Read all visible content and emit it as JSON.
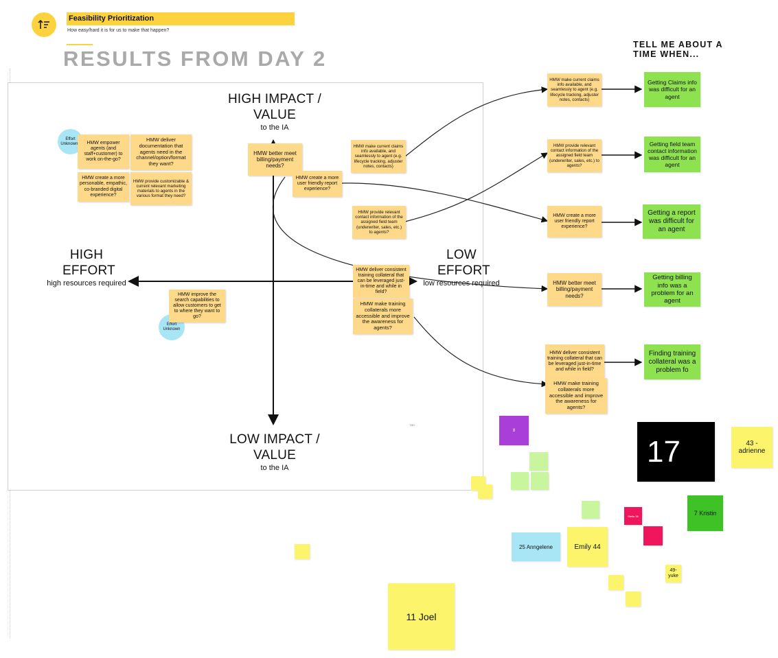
{
  "header": {
    "icon": "sort-list-icon",
    "title": "Feasibility Prioritization",
    "subtitle": "How easy/hard it is for us to make that happen?",
    "heading": "RESULTS FROM DAY 2",
    "right_heading": "TELL ME ABOUT A TIME WHEN..."
  },
  "quadrant": {
    "top_title": "HIGH IMPACT / VALUE",
    "top_sub": "to the IA",
    "bottom_title": "LOW IMPACT / VALUE",
    "bottom_sub": "to the IA",
    "left_title": "HIGH EFFORT",
    "left_sub": "high resources required",
    "right_title": "LOW EFFORT",
    "right_sub": "low resources required",
    "tiny_tag": "TBD"
  },
  "effort_badges": [
    "Effort Unknown?",
    "Effort Unknown"
  ],
  "inner_stickies": [
    "HMW empower agents (and staff+customer) to work on-the-go?",
    "HMW deliver documentation that agents need in the channel/option/format they want?",
    "HMW create a more personable, empathic, co-branded digital experience?",
    "HMW provide customizable & current relevant marketing materials to agents in the various format they need?",
    "HMW better meet billing/payment needs?",
    "HMW create a more user friendly report experience?",
    "HMW make current claims info available, and seamlessly to agent (e.g. lifecycle tracking, adjuster notes, contacts)",
    "HMW provide relevant contact information of the assigned field team (underwriter, sales, etc.) to agents?",
    "HMW deliver consistent training collateral that can be leveraged just-in-time and while in field?",
    "HMW make training collaterals more accessible and improve the awareness for agents?",
    "HMW improve the search capabilities to allow customers to get to where they want to go?"
  ],
  "right_stickies": [
    "HMW make current claims info available, and seamlessly to agent (e.g. lifecycle tracking, adjuster notes, contacts)",
    "HMW provide relevant contact information of the assigned field team (underwriter, sales, etc.) to agents?",
    "HMW create a more user friendly report experience?",
    "HMW better meet billing/payment needs?",
    "HMW deliver consistent training collateral that can be leveraged just-in-time and while in field?",
    "HMW make training collaterals more accessible and improve the awareness for agents?"
  ],
  "outcomes": [
    "Getting Claims info was difficult for an agent",
    "Getting field team contact information was difficult for an agent",
    "Getting a report was difficult for an agent",
    "Getting billing info was a problem for an agent",
    "Finding training collateral was a problem fo"
  ],
  "participants": {
    "purple": "8",
    "black": "17",
    "adrienne": "43 - adrienne",
    "kristin": "7 Kristin",
    "pink_small": "Stella 36",
    "angelene": "25 Anngelene",
    "emily": "Emily 44",
    "yuke": "49- yuke",
    "joel": "11 Joel"
  },
  "colors": {
    "accent_yellow": "#fdd23f",
    "sticky_orange": "#ffd98a",
    "green": "#8fe24f",
    "dark_green": "#3fc226",
    "light_green": "#c9f59f",
    "purple": "#a93fd8",
    "pink": "#f0165d",
    "cyan": "#a9e6f5",
    "yellow_note": "#fcf46b"
  }
}
